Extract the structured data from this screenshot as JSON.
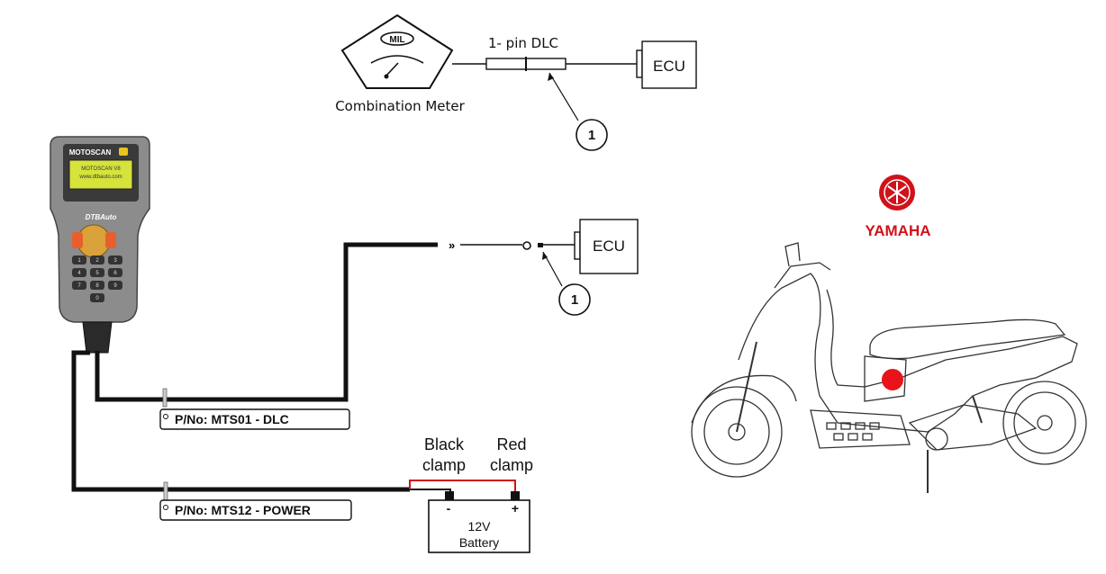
{
  "top_diagram": {
    "lamp_label": "MIL",
    "meter_label": "Combination Meter",
    "connector_label": "1- pin DLC",
    "ecu_label": "ECU",
    "callout": "1"
  },
  "mid_diagram": {
    "ecu_label": "ECU",
    "callout": "1"
  },
  "device": {
    "brand": "MOTOSCAN",
    "screen_line1": "MOTOSCAN V8",
    "screen_line2": "www.dtbauto.com",
    "maker": "DTBAuto",
    "keys": [
      "1",
      "2",
      "3",
      "4",
      "5",
      "6",
      "7",
      "8",
      "9",
      "0"
    ]
  },
  "cables": {
    "dlc_tag": "P/No: MTS01 - DLC",
    "power_tag": "P/No: MTS12 - POWER"
  },
  "battery": {
    "black_clamp_line1": "Black",
    "black_clamp_line2": "clamp",
    "red_clamp_line1": "Red",
    "red_clamp_line2": "clamp",
    "minus": "-",
    "plus": "+",
    "voltage": "12V",
    "name": "Battery"
  },
  "brand_logo": {
    "text": "YAMAHA",
    "color": "#d0121b"
  },
  "colors": {
    "red_wire": "#d0121b",
    "dlc_marker": "#e8141a"
  }
}
